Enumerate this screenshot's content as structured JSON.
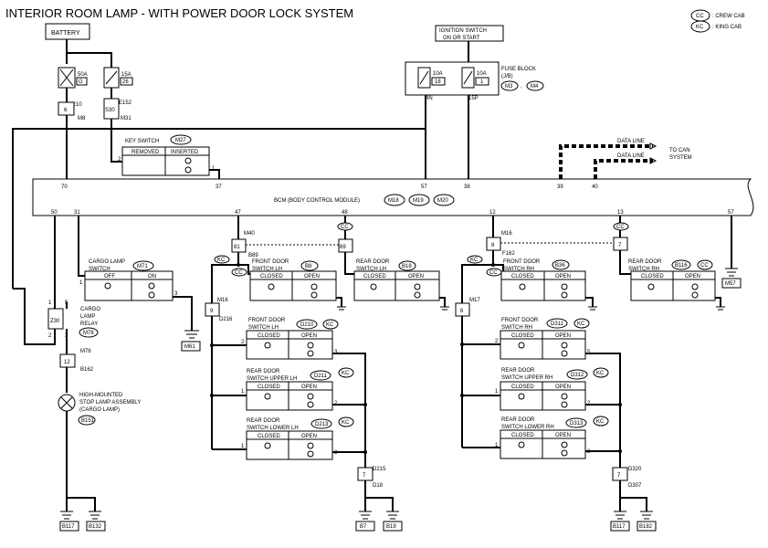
{
  "title": "INTERIOR ROOM LAMP - WITH POWER DOOR LOCK SYSTEM",
  "legend": [
    {
      "code": "CC",
      "text": ": CREW CAB"
    },
    {
      "code": "KC",
      "text": ": KING CAB"
    }
  ],
  "battery": "BATTERY",
  "ignition": {
    "line1": "IGNITION SWITCH",
    "line2": "ON OR START"
  },
  "fuse_block": {
    "line1": "FUSE BLOCK",
    "line2": "(J/B)",
    "conn1": "M3",
    "conn2": "M4",
    "sep": ","
  },
  "fuses": [
    {
      "amp": "50A",
      "num": "G"
    },
    {
      "amp": "15A",
      "num": "26"
    },
    {
      "amp": "10A",
      "num": "18"
    },
    {
      "amp": "10A",
      "num": "1"
    }
  ],
  "fuse_terms": {
    "f3": "4N",
    "f4": "15P"
  },
  "conn_e10": "E10",
  "pin_6": "6",
  "conn_m8": "M8",
  "conn_e152": "E152",
  "pin_s30": "S30",
  "conn_m31": "M31",
  "key_switch": {
    "label": "KEY SWITCH",
    "conn": "M27",
    "removed": "REMOVED",
    "inserted": "INSERTED",
    "pin2": "2",
    "pin1": "1"
  },
  "data_line": {
    "label1": "DATA LINE",
    "label2": "DATA LINE",
    "to1": "TO CAN",
    "to2": "SYSTEM"
  },
  "bcm": {
    "label": "BCM (BODY CONTROL MODULE)",
    "c1": "M18",
    "c2": "M19",
    "c3": "M20"
  },
  "bcm_pins_top": [
    "70",
    "37",
    "57",
    "38",
    "39",
    "40"
  ],
  "bcm_pins_bot": [
    "50",
    "31",
    "47",
    "48",
    "12",
    "13",
    "57"
  ],
  "cargo_switch": {
    "l1": "CARGO LAMP",
    "l2": "SWITCH",
    "conn": "M71",
    "off": "OFF",
    "on": "ON",
    "p1": "1",
    "p3": "3",
    "ground": "M61"
  },
  "cargo_relay": {
    "l1": "CARGO",
    "l2": "LAMP",
    "l3": "RELAY",
    "conn": "M78",
    "relay_pins": [
      "1",
      "5",
      "2",
      "3"
    ],
    "ct": "Z30"
  },
  "conn_m76": "M76",
  "pin_12": "12",
  "conn_b162": "B162",
  "stop_lamp": {
    "l1": "HIGH-MOUNTED",
    "l2": "STOP LAMP ASSEMBLY",
    "l3": "(CARGO LAMP)",
    "conn": "B151"
  },
  "left_side": {
    "m40": "M40",
    "p81": "81",
    "b89": "B89",
    "p69": "69",
    "front_door": {
      "l1": "FRONT DOOR",
      "l2": "SWITCH LH",
      "conn": "B8",
      "closed": "CLOSED",
      "open": "OPEN"
    },
    "rear_door": {
      "l1": "REAR DOOR",
      "l2": "SWITCH LH",
      "conn": "B18",
      "closed": "CLOSED",
      "open": "OPEN"
    },
    "m16": "M16",
    "p9": "9",
    "d216": "D216",
    "fd_kc": {
      "l1": "FRONT DOOR",
      "l2": "SWITCH LH",
      "conn": "D210",
      "closed": "CLOSED",
      "open": "OPEN"
    },
    "ru_kc": {
      "l1": "REAR DOOR",
      "l2": "SWITCH UPPER LH",
      "conn": "D211",
      "closed": "CLOSED",
      "open": "OPEN"
    },
    "rl_kc": {
      "l1": "REAR DOOR",
      "l2": "SWITCH LOWER LH",
      "conn": "D213",
      "closed": "CLOSED",
      "open": "OPEN"
    },
    "d215": "D215",
    "p7": "7",
    "d18": "D18",
    "grounds": [
      "B7",
      "B19"
    ]
  },
  "right_side": {
    "m16": "M16",
    "p8": "8",
    "f162": "F162",
    "front_door": {
      "l1": "FRONT DOOR",
      "l2": "SWITCH RH",
      "conn": "B36",
      "closed": "CLOSED",
      "open": "OPEN"
    },
    "m17": "M17",
    "p6": "6",
    "fd_kc": {
      "l1": "FRONT DOOR",
      "l2": "SWITCH RH",
      "conn": "D311",
      "closed": "CLOSED",
      "open": "OPEN"
    },
    "ru_kc": {
      "l1": "REAR DOOR",
      "l2": "SWITCH UPPER RH",
      "conn": "D312",
      "closed": "CLOSED",
      "open": "OPEN"
    },
    "rl_kc": {
      "l1": "REAR DOOR",
      "l2": "SWITCH LOWER RH",
      "conn": "D313",
      "closed": "CLOSED",
      "open": "OPEN"
    },
    "d320": "D320",
    "p7": "7",
    "d307": "D307",
    "grounds": [
      "B117",
      "B182"
    ]
  },
  "rear_door_r": {
    "l1": "REAR DOOR",
    "l2": "SWITCH RH",
    "conn": "B116",
    "closed": "CLOSED",
    "open": "OPEN",
    "p7": "7",
    "ground": "M57"
  },
  "left_grounds": [
    "B117",
    "B132"
  ],
  "pins_misc": {
    "one": "1",
    "two": "2",
    "three": "3",
    "five": "5"
  },
  "tags": {
    "cc": "CC",
    "kc": "KC"
  }
}
